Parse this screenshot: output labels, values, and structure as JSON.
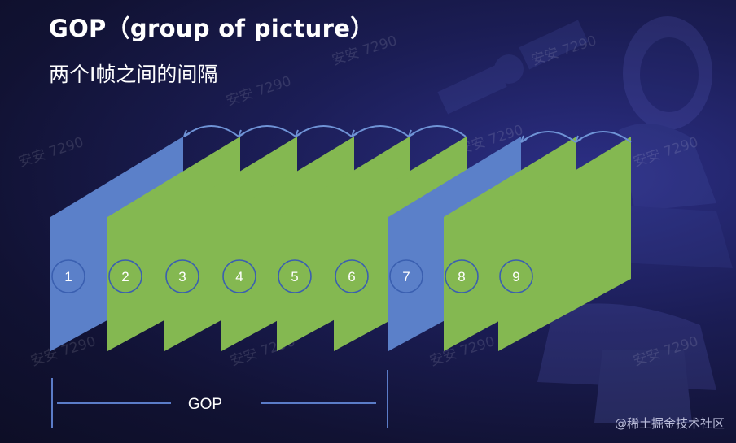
{
  "slide": {
    "title": "GOP（group of picture）",
    "subtitle": "两个I帧之间的间隔"
  },
  "diagram": {
    "frames": [
      {
        "label": "1",
        "type": "I"
      },
      {
        "label": "2",
        "type": "P"
      },
      {
        "label": "3",
        "type": "P"
      },
      {
        "label": "4",
        "type": "P"
      },
      {
        "label": "5",
        "type": "P"
      },
      {
        "label": "6",
        "type": "P"
      },
      {
        "label": "7",
        "type": "I"
      },
      {
        "label": "8",
        "type": "P"
      },
      {
        "label": "9",
        "type": "P"
      }
    ],
    "gop_label": "GOP",
    "colors": {
      "i_frame": "#5b80c9",
      "p_frame": "#84b851",
      "arrow": "#6f93d6",
      "circle_stroke": "#3a5fb0",
      "bracket": "#5b7cc8",
      "label_text": "#ffffff"
    }
  },
  "watermark": {
    "text": "安安 7290"
  },
  "footer": {
    "brand": "@稀土掘金技术社区"
  },
  "colors": {
    "background": "#1b1d55",
    "title": "#ffffff"
  },
  "icons": [
    "astronaut-illustration"
  ]
}
